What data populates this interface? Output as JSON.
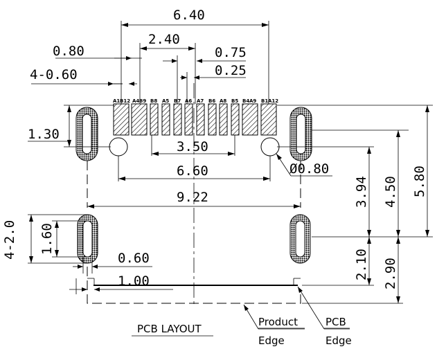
{
  "dimensions": {
    "d640": "6.40",
    "d240": "2.40",
    "d080": "0.80",
    "d075": "0.75",
    "d025": "0.25",
    "d4x060": "4-0.60",
    "d130": "1.30",
    "d350": "3.50",
    "d660": "6.60",
    "dhole": "Ø0.80",
    "d922": "9.22",
    "d394": "3.94",
    "d450": "4.50",
    "d580": "5.80",
    "d4x20": "4-2.0",
    "d160": "1.60",
    "d060b": "0.60",
    "d100": "1.00",
    "d210": "2.10",
    "d290": "2.90"
  },
  "pin_labels_top": [
    "A1",
    "B12",
    "A4",
    "B9",
    "B8",
    "A5",
    "B7",
    "A6",
    "A7",
    "B6",
    "A8",
    "B5",
    "B4",
    "A9",
    "B1",
    "A12"
  ],
  "notes": {
    "layout": "PCB LAYOUT",
    "product_1": "Product",
    "product_2": "Edge",
    "pcb_1": "PCB",
    "pcb_2": "Edge"
  }
}
